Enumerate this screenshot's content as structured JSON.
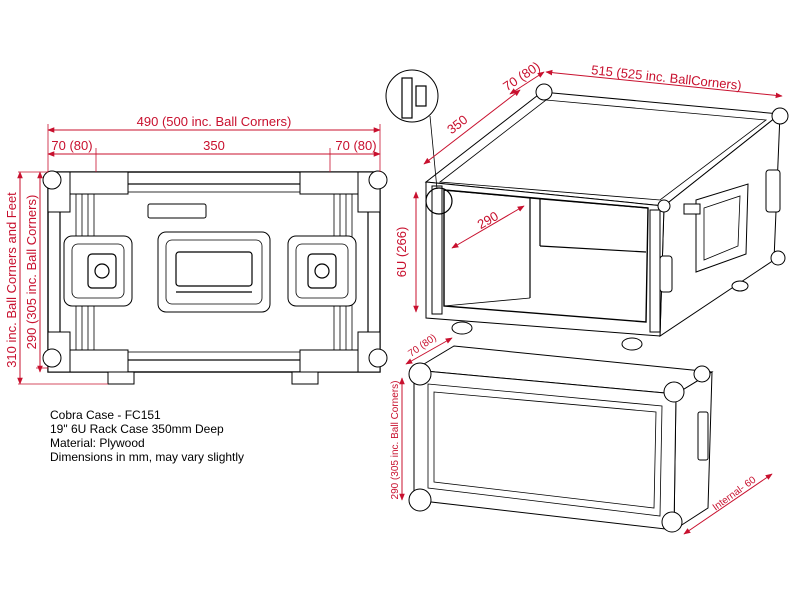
{
  "dimensions": {
    "front_width": "490 (500 inc. Ball Corners)",
    "front_left_corner": "70 (80)",
    "front_center": "350",
    "front_right_corner": "70 (80)",
    "front_height_outer": "310 inc. Ball Corners and Feet",
    "front_height_inner": "290 (305 inc. Ball Corners)",
    "iso_depth": "350",
    "iso_corner": "70 (80)",
    "iso_width": "515 (525 inc. BallCorners)",
    "iso_inner_depth": "290",
    "iso_height": "6U (266)",
    "lid_corner": "70 (80)",
    "lid_height": "290 (305 inc. Ball Corners)",
    "lid_internal": "Internal- 60"
  },
  "notes": {
    "line1": "Cobra Case - FC151",
    "line2": "19\" 6U Rack Case 350mm Deep",
    "line3": "Material: Plywood",
    "line4": "Dimensions in mm, may vary slightly"
  }
}
